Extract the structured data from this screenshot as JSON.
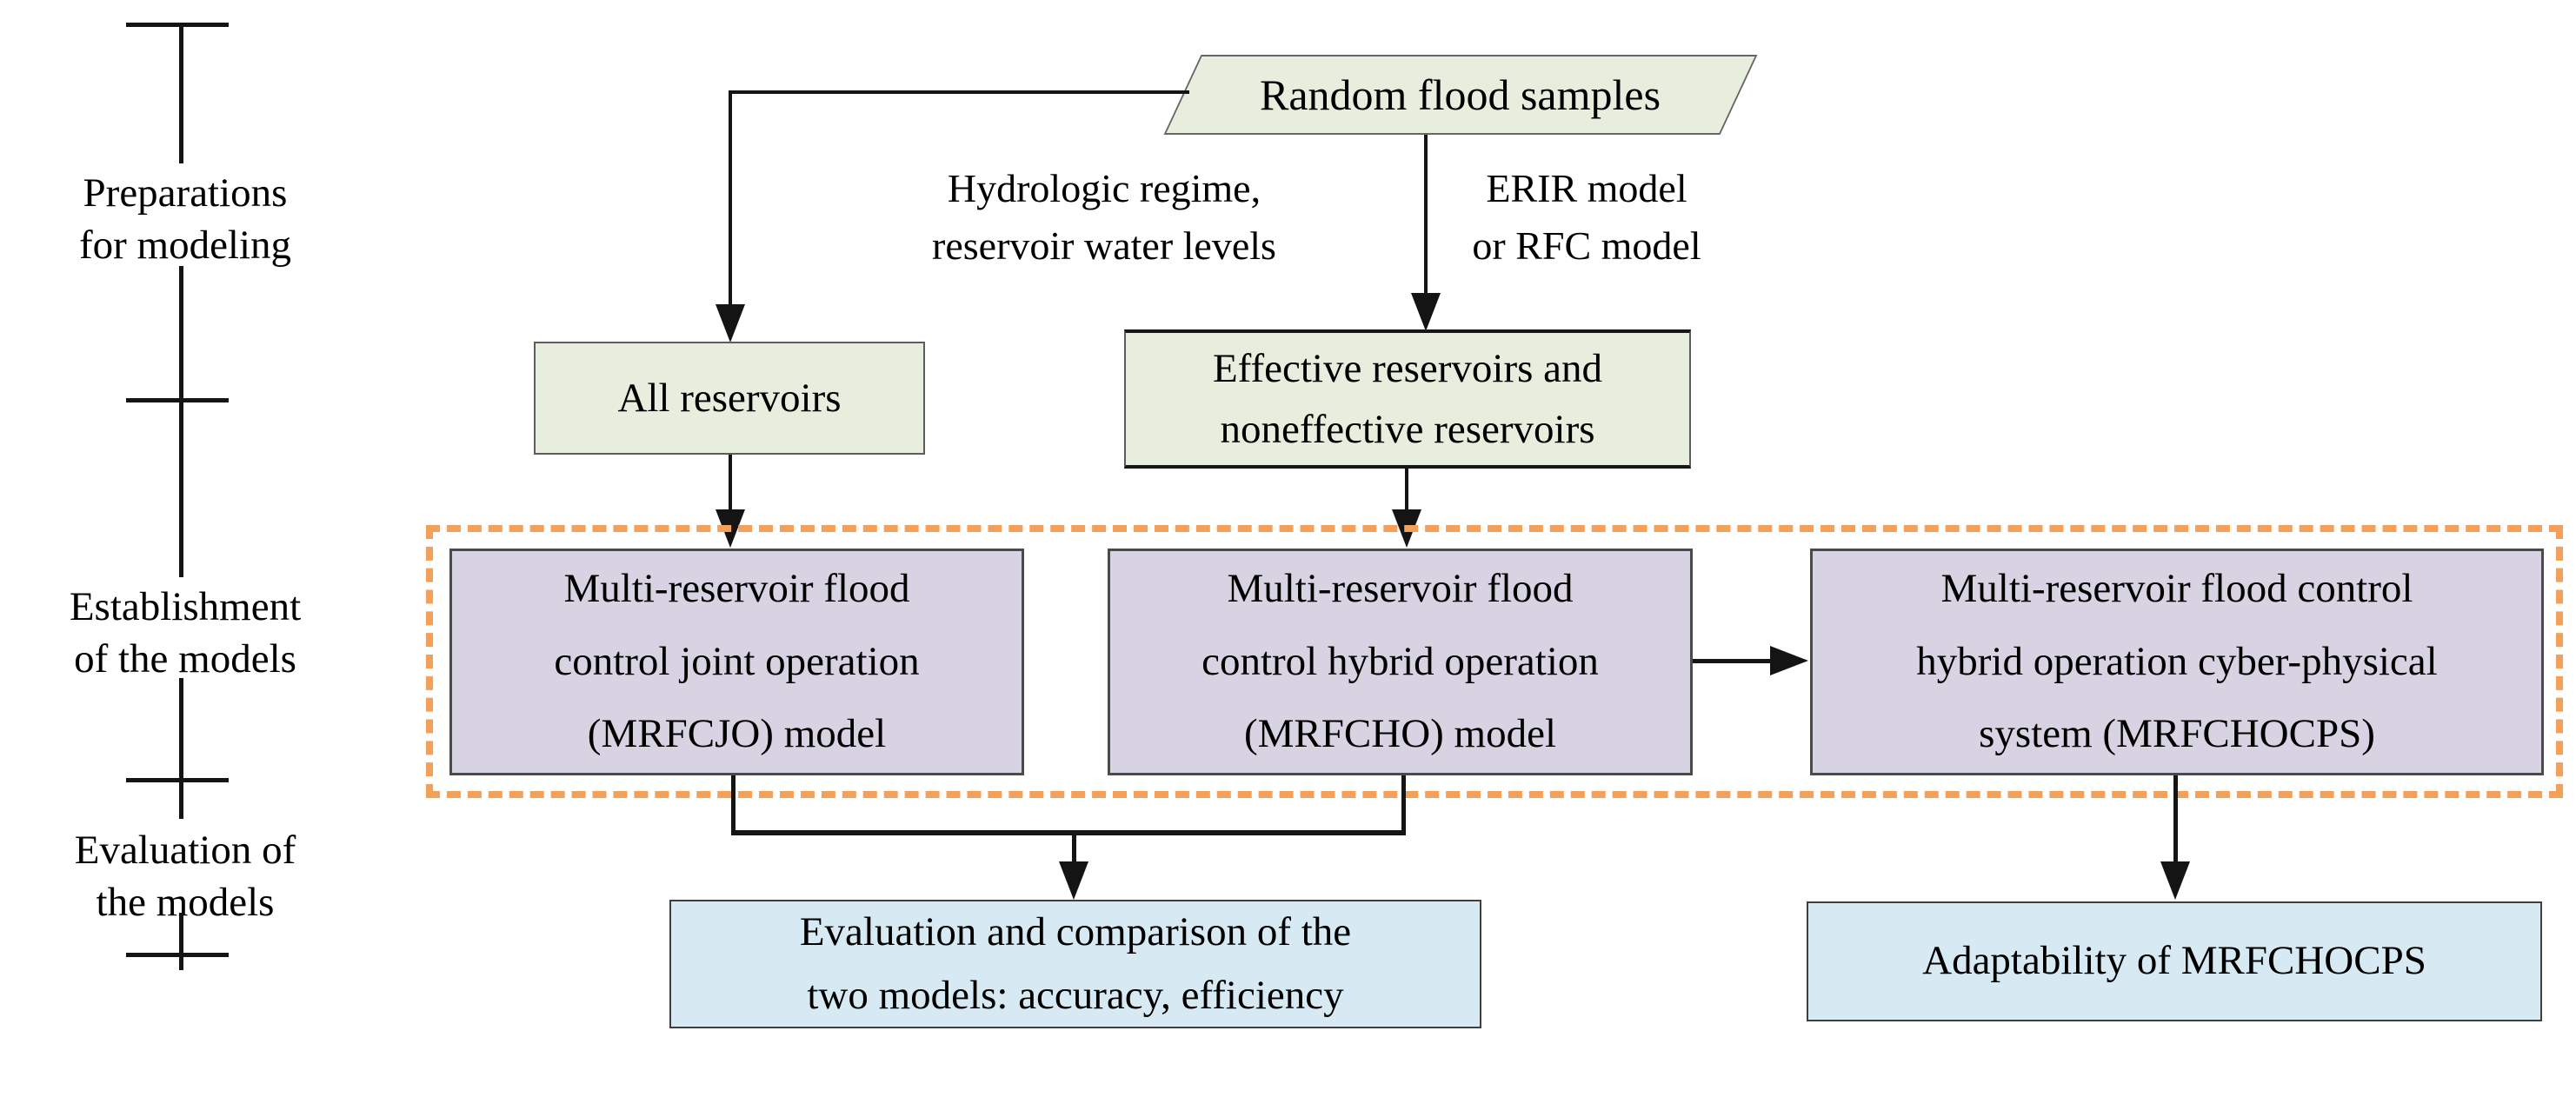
{
  "colors": {
    "green": "#e8eedd",
    "purple": "#d8d3e2",
    "blue": "#d7eaf3",
    "orange": "#f2a05a",
    "line": "#141414"
  },
  "timeline": {
    "stages": [
      {
        "line1": "Preparations",
        "line2": "for modeling"
      },
      {
        "line1": "Establishment",
        "line2": "of the models"
      },
      {
        "line1": "Evaluation of",
        "line2": "the models"
      }
    ]
  },
  "nodes": {
    "random_flood_samples": {
      "label": "Random flood samples"
    },
    "all_reservoirs": {
      "label": "All reservoirs"
    },
    "effective_reservoirs": {
      "line1": "Effective reservoirs and",
      "line2": "noneffective reservoirs"
    },
    "mrfcjo": {
      "line1": "Multi-reservoir flood",
      "line2": "control joint operation",
      "line3": "(MRFCJO) model"
    },
    "mrfcho": {
      "line1": "Multi-reservoir flood",
      "line2": "control hybrid operation",
      "line3": "(MRFCHO) model"
    },
    "mrfchocps": {
      "line1": "Multi-reservoir flood control",
      "line2": "hybrid operation cyber-physical",
      "line3": "system (MRFCHOCPS)"
    },
    "evaluation_comparison": {
      "line1": "Evaluation and comparison of the",
      "line2": "two models: accuracy, efficiency"
    },
    "adaptability": {
      "label": "Adaptability of MRFCHOCPS"
    }
  },
  "edge_labels": {
    "hydrologic": {
      "line1": "Hydrologic regime,",
      "line2": "reservoir water levels"
    },
    "erir": {
      "line1": "ERIR model",
      "line2": "or RFC model"
    }
  }
}
